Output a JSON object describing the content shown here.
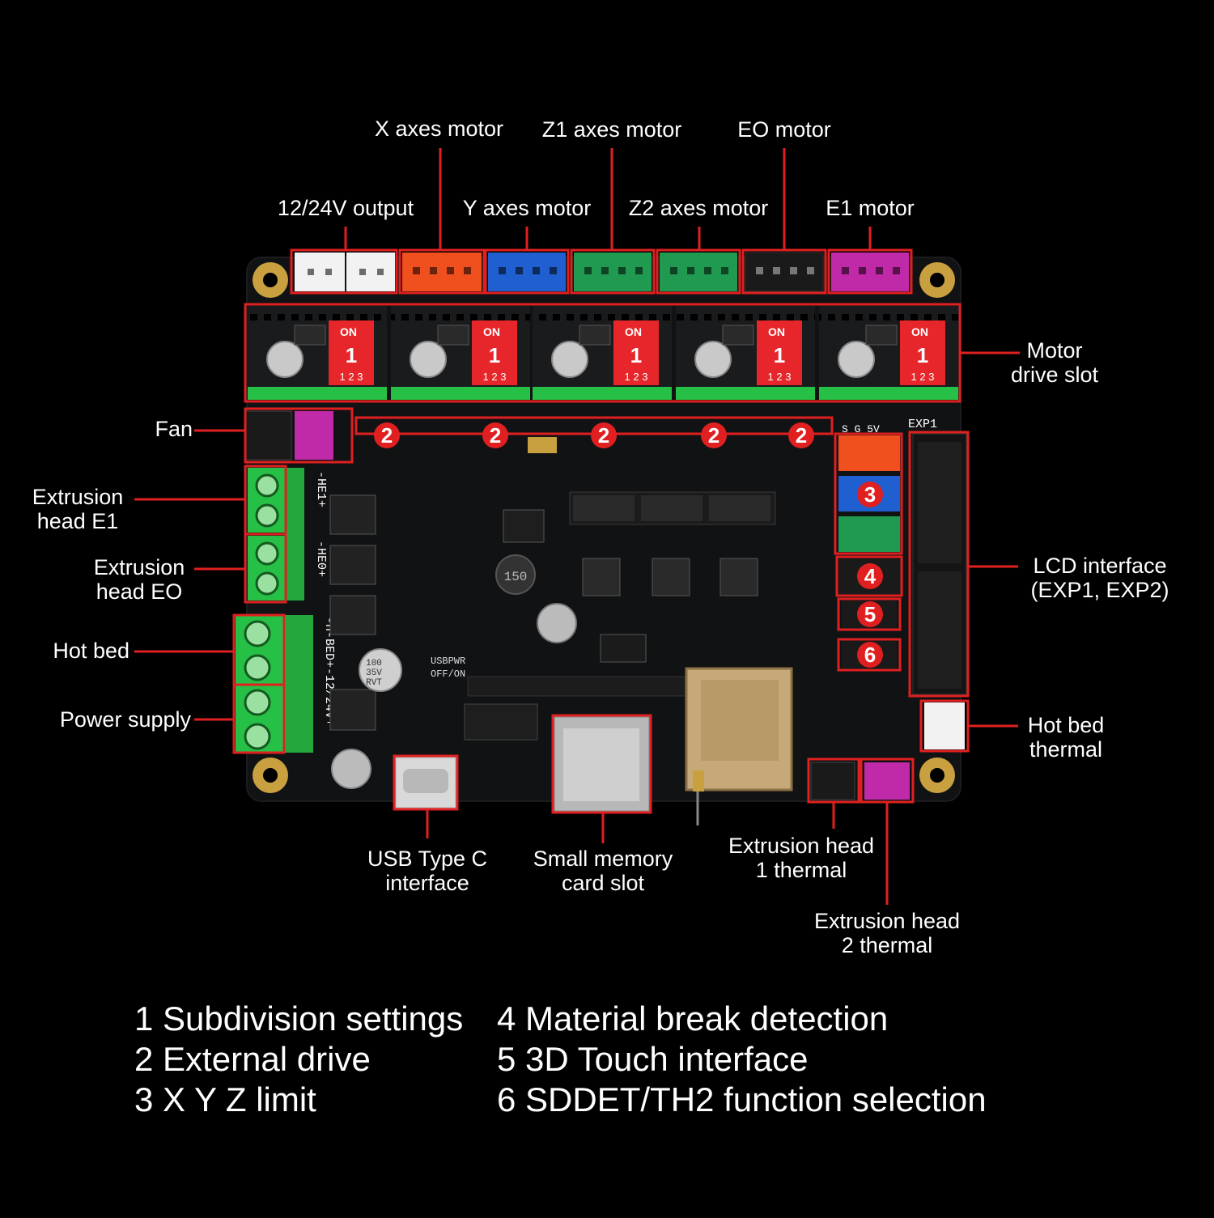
{
  "labels": {
    "x_axes_motor": "X axes motor",
    "z1_axes_motor": "Z1 axes motor",
    "eo_motor": "EO motor",
    "output_12_24v": "12/24V output",
    "y_axes_motor": "Y axes motor",
    "z2_axes_motor": "Z2 axes motor",
    "e1_motor": "E1 motor",
    "motor_drive_slot": [
      "Motor",
      "drive slot"
    ],
    "fan": "Fan",
    "extrusion_head_e1": [
      "Extrusion",
      "head E1"
    ],
    "extrusion_head_eo": [
      "Extrusion",
      "head EO"
    ],
    "hot_bed": "Hot bed",
    "power_supply": "Power supply",
    "lcd_interface": [
      "LCD interface",
      "(EXP1, EXP2)"
    ],
    "hot_bed_thermal": [
      "Hot bed",
      "thermal"
    ],
    "usb_type_c": [
      "USB Type C",
      "interface"
    ],
    "memory_card": [
      "Small memory",
      "card slot"
    ],
    "head1_thermal": [
      "Extrusion head",
      "1 thermal"
    ],
    "head2_thermal": [
      "Extrusion head",
      "2 thermal"
    ]
  },
  "board_markings": {
    "on": "ON",
    "switch_numbers": "1 2 3",
    "exp1": "EXP1",
    "sg5v": "S G 5V",
    "usbpwr": [
      "USBPWR",
      "OFF/ON"
    ],
    "he1": "-HE1+",
    "he0": "-HE0+",
    "bed_power": "-H-BED+-12/24V+",
    "cap_text": [
      "100",
      "35V",
      "RVT"
    ],
    "inductor": "150"
  },
  "badges": {
    "external_drive": "2",
    "xyz_limit": "3",
    "material_break": "4",
    "touch_3d": "5",
    "sddet_th2": "6",
    "subdivision": "1"
  },
  "legend": {
    "left": [
      "1 Subdivision settings",
      "2 External drive",
      "3 X Y Z limit"
    ],
    "right": [
      "4 Material break detection",
      "5 3D Touch interface",
      "6 SDDET/TH2 function selection"
    ]
  },
  "colors": {
    "background": "#000000",
    "annotation": "#e02020",
    "pcb": "#111214",
    "header_white": "#f2f2f2",
    "header_orange": "#f0501e",
    "header_blue": "#1f5fd0",
    "header_green": "#1f9a50",
    "header_black": "#1a1a1a",
    "header_magenta": "#c02aa8",
    "terminal_green": "#27c046",
    "dip_red": "#e6262a",
    "mount_gold": "#c8a040"
  }
}
